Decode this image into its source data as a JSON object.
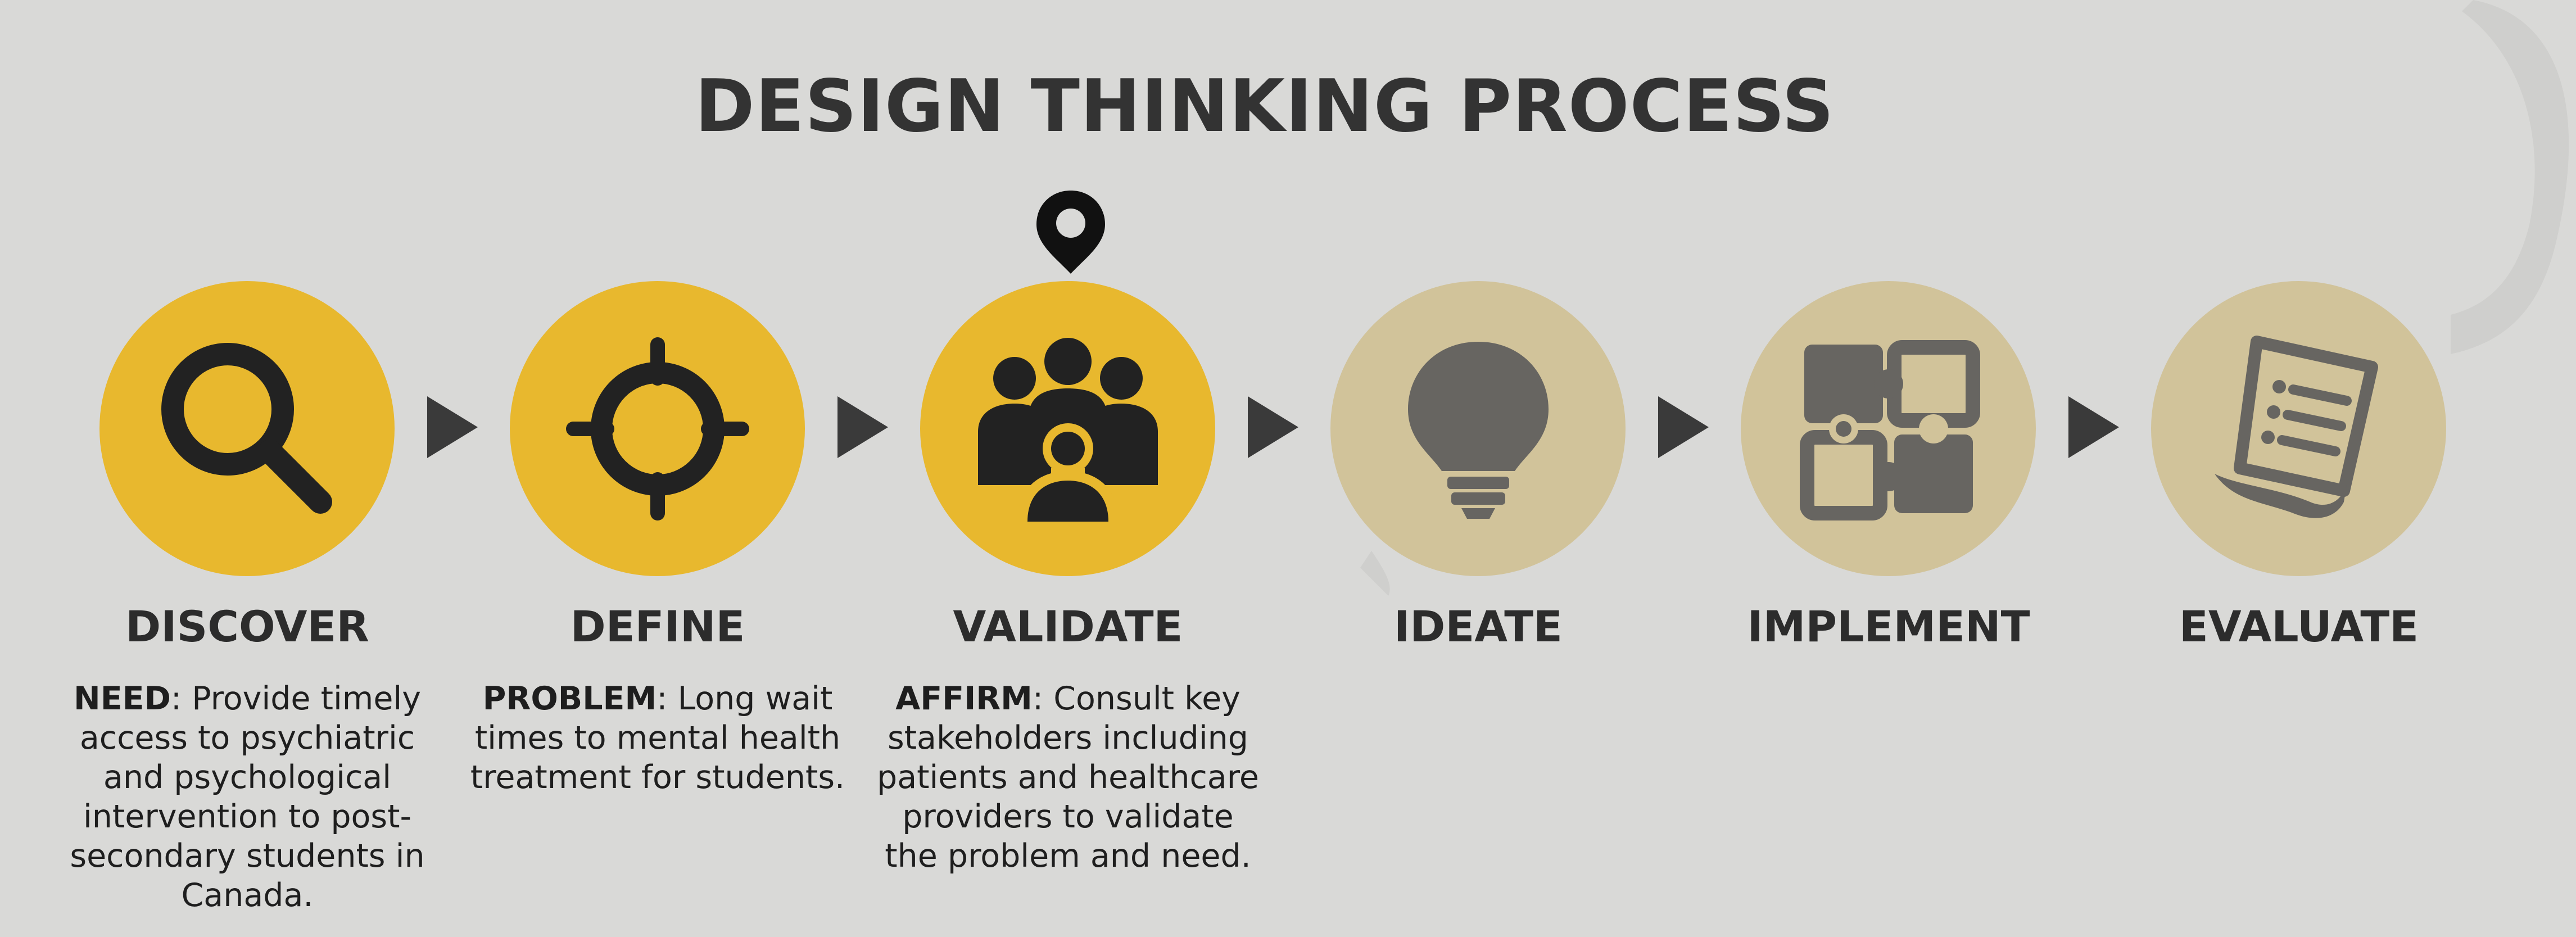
{
  "title": "DESIGN THINKING PROCESS",
  "colors": {
    "background": "#d9d9d7",
    "active_circle": "#e8b82e",
    "inactive_circle": "#d1c39a",
    "active_icon": "#222222",
    "inactive_icon": "#676561",
    "arrow": "#3a3a3a"
  },
  "stages": [
    {
      "label": "DISCOVER",
      "icon": "magnifier-icon",
      "state": "active",
      "desc_key": "NEED",
      "desc_text": ": Provide timely access to psychiatric and psychological intervention to post-secondary students in Canada."
    },
    {
      "label": "DEFINE",
      "icon": "crosshair-icon",
      "state": "active",
      "desc_key": "PROBLEM",
      "desc_text": ": Long wait times to mental health treatment for students."
    },
    {
      "label": "VALIDATE",
      "icon": "group-icon",
      "state": "active",
      "desc_key": "AFFIRM",
      "desc_text": ": Consult key stakeholders including patients and healthcare providers to validate the problem and need."
    },
    {
      "label": "IDEATE",
      "icon": "lightbulb-icon",
      "state": "inactive"
    },
    {
      "label": "IMPLEMENT",
      "icon": "puzzle-icon",
      "state": "inactive"
    },
    {
      "label": "EVALUATE",
      "icon": "document-icon",
      "state": "inactive"
    }
  ],
  "current_stage_marker": "location-pin-icon"
}
